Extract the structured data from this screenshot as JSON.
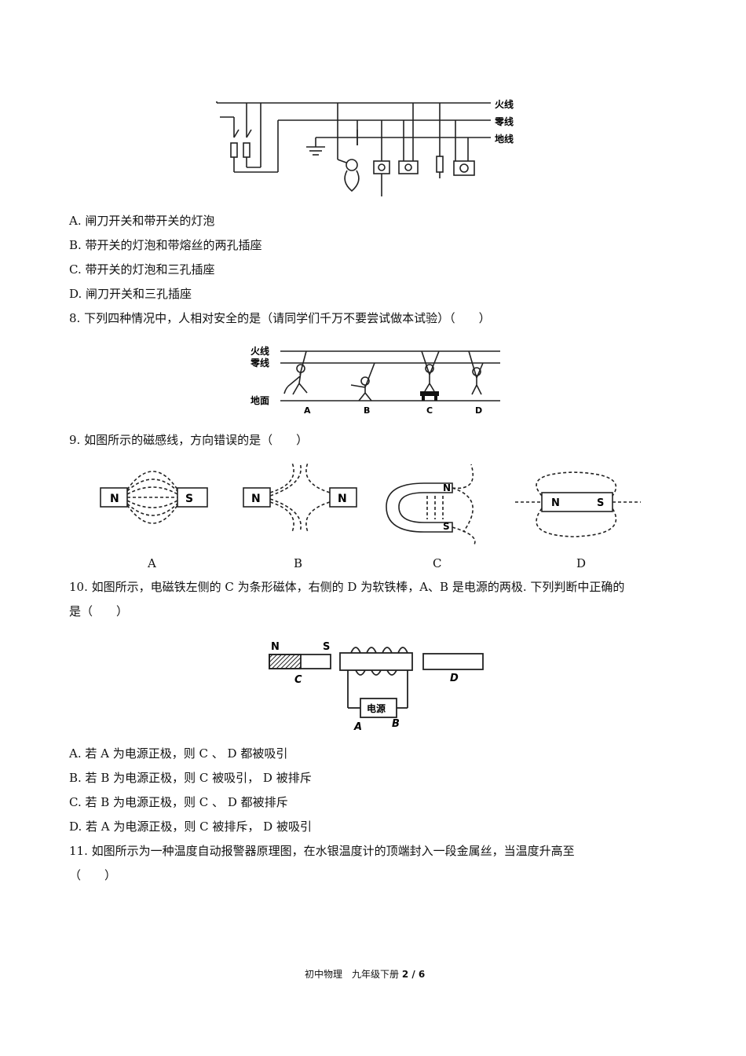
{
  "fig7": {
    "live": "火线",
    "neutral": "零线",
    "ground": "地线"
  },
  "q7_options": [
    "A. 闸刀开关和带开关的灯泡",
    "B. 带开关的灯泡和带熔丝的两孔插座",
    "C. 带开关的灯泡和三孔插座",
    "D. 闸刀开关和三孔插座"
  ],
  "q8": "8. 下列四种情况中，人相对安全的是（请同学们千万不要尝试做本试验）（　　）",
  "fig8": {
    "live": "火线",
    "neutral": "零线",
    "ground": "地面",
    "labels": [
      "A",
      "B",
      "C",
      "D"
    ]
  },
  "q9": "9. 如图所示的磁感线，方向错误的是（　　）",
  "fig9": {
    "labels": [
      "A",
      "B",
      "C",
      "D"
    ],
    "n": "N",
    "s": "S"
  },
  "q10_line1": "10. 如图所示，电磁铁左侧的 C 为条形磁体，右侧的 D 为软铁棒，A、B 是电源的两极. 下列判断中正确的",
  "q10_line2": "是（　　）",
  "fig10": {
    "n": "N",
    "s": "S",
    "c": "C",
    "d": "D",
    "power": "电源",
    "a": "A",
    "b": "B"
  },
  "q10_options": [
    "A. 若 A 为电源正极，则 C 、 D 都被吸引",
    "B. 若 B 为电源正极，则 C 被吸引， D 被排斥",
    "C. 若 B 为电源正极，则 C 、 D 都被排斥",
    "D. 若 A 为电源正极，则 C 被排斥， D 被吸引"
  ],
  "q11_line1": "11. 如图所示为一种温度自动报警器原理图，在水银温度计的顶端封入一段金属丝，当温度升高至",
  "q11_line2": "（　　）",
  "footer": {
    "subject": "初中物理　九年级下册",
    "page": "2 / 6"
  }
}
